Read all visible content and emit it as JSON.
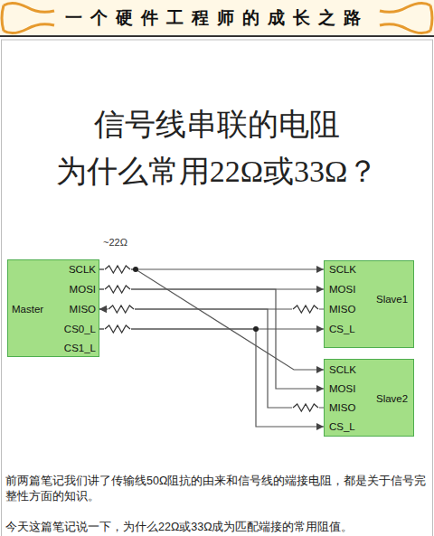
{
  "diagram": {
    "title": "信号线串联的电阻 为什么常用22Ω或33Ω？",
    "nodes": [
      {
        "text": [
          "Master",
          "SCLK",
          "MOSI",
          "MISO",
          "CS0_L",
          "CS1_L"
        ]
      },
      {
        "text": [
          "SCLK",
          "MOSI",
          "MISO",
          "CS_L",
          "Slave1"
        ]
      },
      {
        "text": [
          "SCLK",
          "MOSI",
          "MISO",
          "CS_L",
          "Slave2"
        ]
      }
    ],
    "edges": [
      {
        "from": 0,
        "to": 1,
        "arrow": "to"
      },
      {
        "from": 0,
        "to": 2,
        "arrow": "to"
      },
      {
        "from": 0,
        "to": 1,
        "arrow": "to"
      },
      {
        "from": 0,
        "to": 2,
        "arrow": "to"
      },
      {
        "from": 1,
        "to": 0,
        "arrow": "to"
      },
      {
        "from": 2,
        "to": 0,
        "arrow": "to"
      },
      {
        "from": 0,
        "to": 1,
        "arrow": "to"
      },
      {
        "from": 0,
        "to": 2,
        "arrow": "to"
      }
    ],
    "labels": [
      "一个硬件工程师的成长之路",
      "~22Ω",
      "前两篇笔记我们讲了传输线50Ω阻抗的由来和信号线的端接电阻，都是关于信号完整性方面的知识。",
      "今天这篇笔记说一下，为什么22Ω或33Ω成为匹配端接的常用阻值。"
    ]
  }
}
